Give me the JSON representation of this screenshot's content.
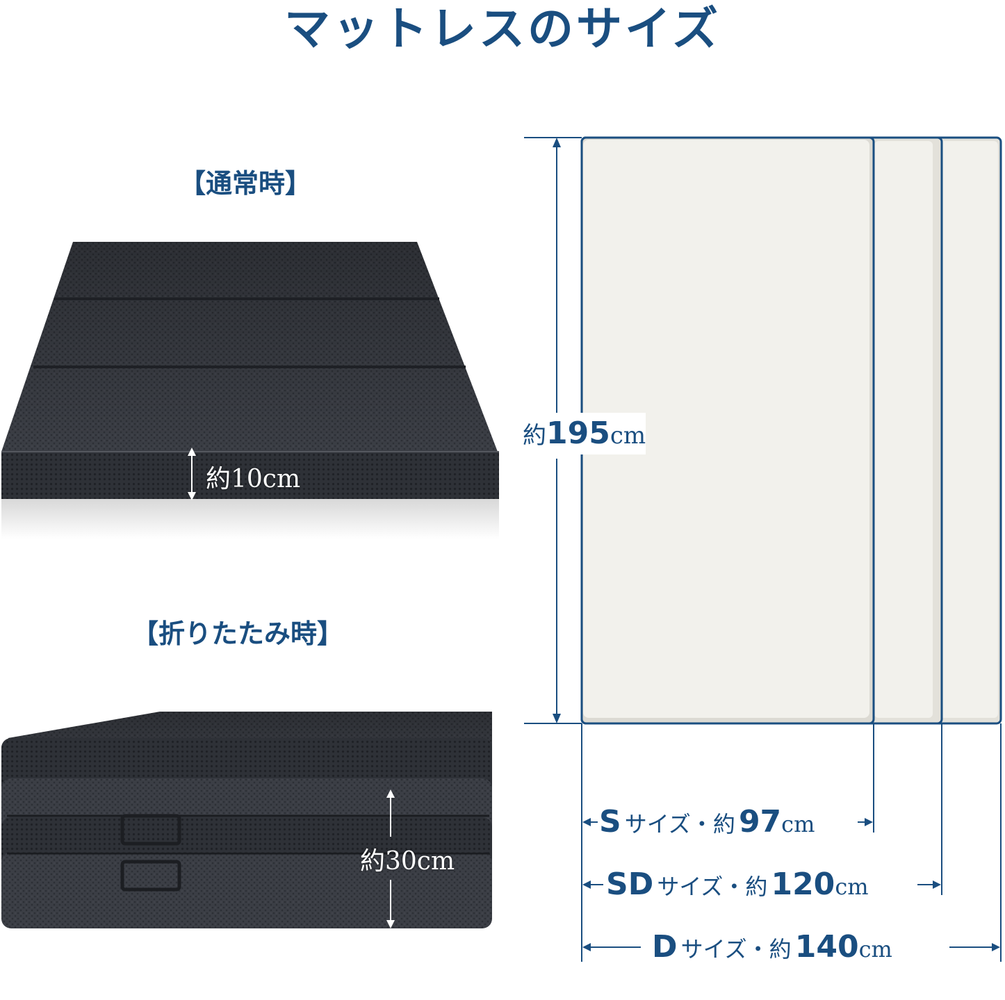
{
  "title": "マットレスのサイズ",
  "normal": {
    "label": "【通常時】",
    "thickness_label": "約10cm"
  },
  "folded": {
    "label": "【折りたたみ時】",
    "thickness_label": "約30cm"
  },
  "length": {
    "prefix": "約",
    "value": "195",
    "unit": "cm"
  },
  "widths": [
    {
      "size": "S",
      "text": "サイズ・約",
      "value": "97",
      "unit": "cm"
    },
    {
      "size": "SD",
      "text": "サイズ・約",
      "value": "120",
      "unit": "cm"
    },
    {
      "size": "D",
      "text": "サイズ・約",
      "value": "140",
      "unit": "cm"
    }
  ],
  "colors": {
    "accent": "#1a4e80",
    "mattress_fabric": "#3a3d44",
    "panel_fill": "#f2f1ec"
  }
}
